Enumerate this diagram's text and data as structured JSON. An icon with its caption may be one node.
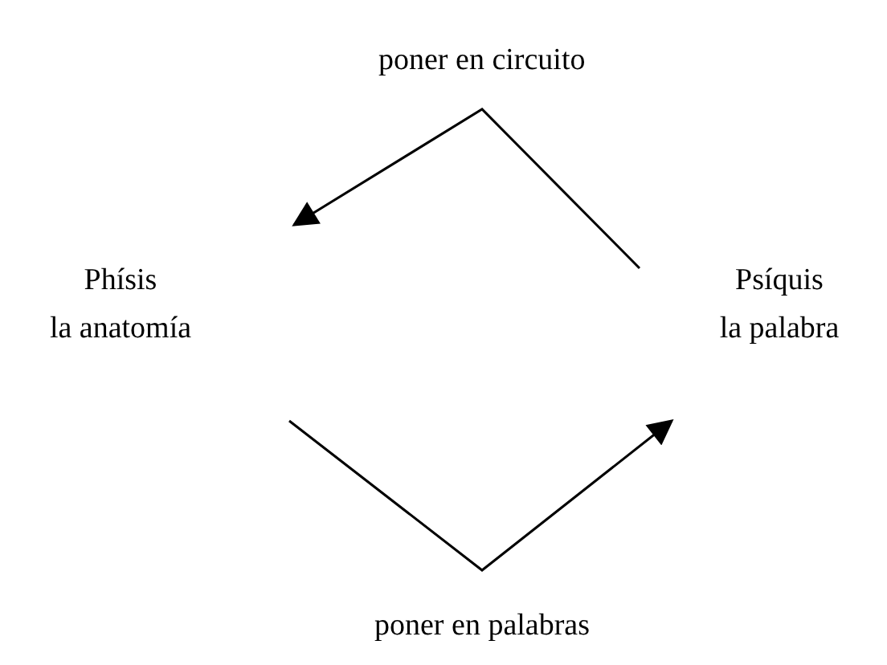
{
  "diagram": {
    "nodes": [
      {
        "text": [
          "Phísis",
          "la anatomía"
        ]
      },
      {
        "text": [
          "Psíquis",
          "la palabra"
        ]
      }
    ],
    "edges": [
      {
        "from": 1,
        "to": 0,
        "arrow": "to",
        "label": "poner en circuito"
      },
      {
        "from": 0,
        "to": 1,
        "arrow": "to",
        "label": "poner en palabras"
      }
    ]
  }
}
